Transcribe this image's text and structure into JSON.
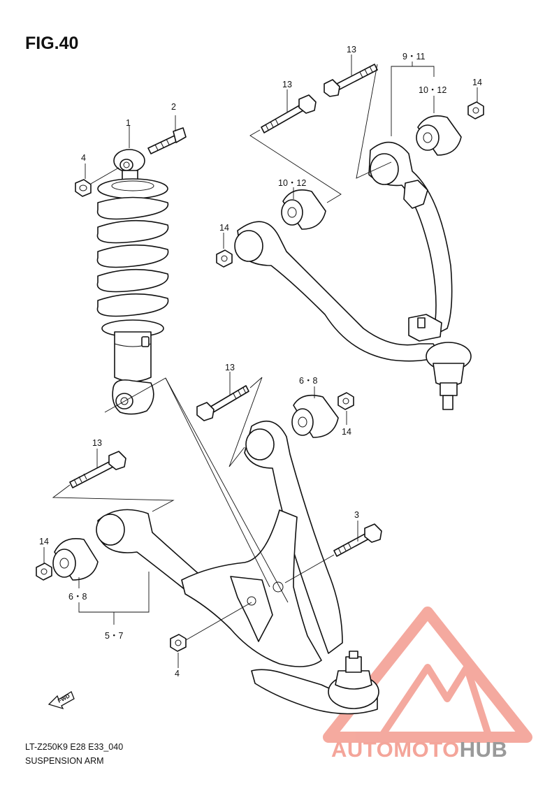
{
  "figure": {
    "title": "FIG.40",
    "model_code": "LT-Z250K9 E28 E33_040",
    "caption": "SUSPENSION ARM"
  },
  "callouts": {
    "shock_absorber": "1",
    "shock_bolt": "2",
    "lower_ball_bolt": "3",
    "shock_nut": "4",
    "lower_nut": "4",
    "lower_arm_group": "5・7",
    "lower_bush_front": "6・8",
    "lower_bush_rear": "6・8",
    "upper_arm_group": "9・11",
    "upper_bush_front": "10・12",
    "upper_bush_rear": "10・12",
    "upper_bolt_a": "13",
    "upper_bolt_b": "13",
    "lower_bolt_a": "13",
    "lower_bolt_b": "13",
    "upper_nut_a": "14",
    "upper_nut_b": "14",
    "lower_nut_a": "14",
    "lower_nut_b": "14"
  },
  "direction_badge": "FWD",
  "watermark": {
    "text_part1": "AUTOMOTO",
    "text_part2": "HUB",
    "color_primary": "#f4a59a",
    "color_secondary": "#9a9a9a"
  }
}
